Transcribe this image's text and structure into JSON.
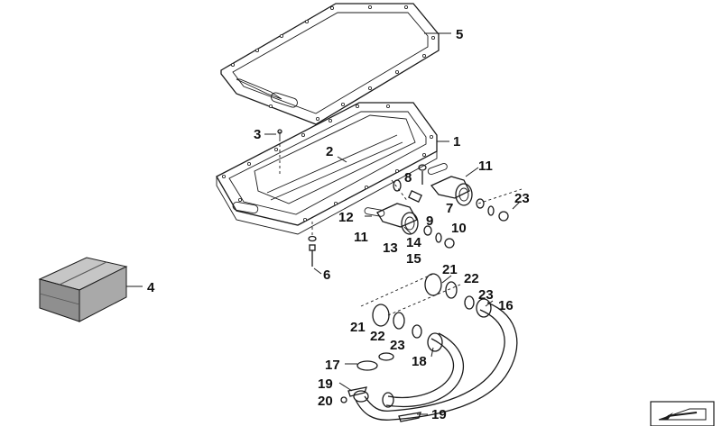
{
  "callouts": {
    "c1": "1",
    "c2": "2",
    "c3": "3",
    "c4": "4",
    "c5": "5",
    "c6": "6",
    "c7": "7",
    "c8": "8",
    "c9": "9",
    "c10": "10",
    "c11a": "11",
    "c11b": "11",
    "c12": "12",
    "c13": "13",
    "c14": "14",
    "c15": "15",
    "c16": "16",
    "c17": "17",
    "c18": "18",
    "c19a": "19",
    "c19b": "19",
    "c20": "20",
    "c21a": "21",
    "c21b": "21",
    "c22a": "22",
    "c22b": "22",
    "c23a": "23",
    "c23b": "23",
    "c23c": "23"
  },
  "icons": {
    "corner_arrow": "navigate-arrow-icon"
  }
}
